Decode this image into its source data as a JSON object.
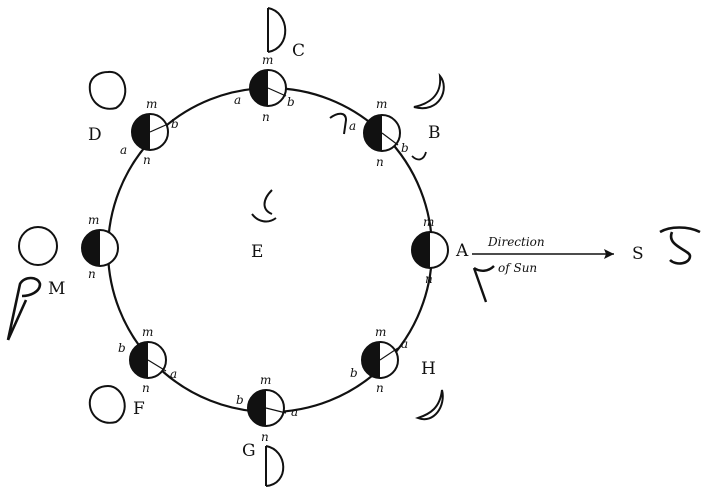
{
  "orbit": {
    "center_label": "E",
    "direction": {
      "line1": "Direction",
      "line2": "of Sun",
      "source_label": "S"
    },
    "positions": [
      {
        "id": "A",
        "label": "A",
        "m": "m",
        "n": "n"
      },
      {
        "id": "B",
        "label": "B",
        "m": "m",
        "n": "n",
        "a": "a",
        "b": "b"
      },
      {
        "id": "C",
        "label": "C",
        "m": "m",
        "n": "n",
        "a": "a",
        "b": "b"
      },
      {
        "id": "D",
        "label": "D",
        "m": "m",
        "n": "n",
        "a": "a",
        "b": "b"
      },
      {
        "id": "M",
        "label": "M",
        "m": "m",
        "n": "n"
      },
      {
        "id": "F",
        "label": "F",
        "m": "m",
        "n": "n",
        "a": "a",
        "b": "b"
      },
      {
        "id": "G",
        "label": "G",
        "m": "m",
        "n": "n",
        "a": "a",
        "b": "b"
      },
      {
        "id": "H",
        "label": "H",
        "m": "m",
        "n": "n",
        "a": "a",
        "b": "b"
      }
    ]
  }
}
